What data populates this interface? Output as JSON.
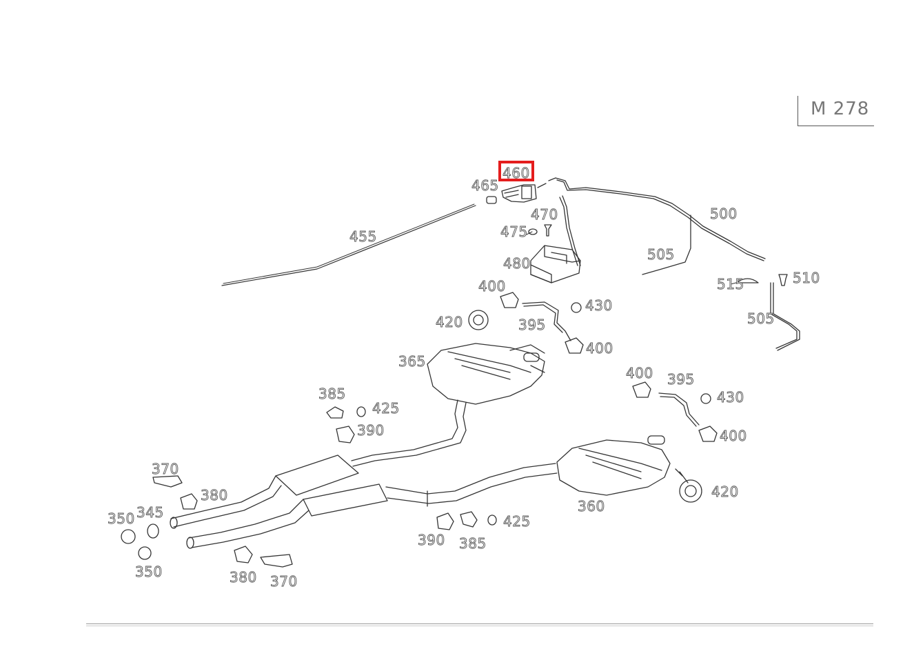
{
  "diagram": {
    "model_code": "M 278",
    "highlight_color": "#e41d1d",
    "highlighted_part": "460",
    "callouts": [
      {
        "id": "460",
        "text": "460"
      },
      {
        "id": "465",
        "text": "465"
      },
      {
        "id": "470",
        "text": "470"
      },
      {
        "id": "475",
        "text": "475"
      },
      {
        "id": "480",
        "text": "480"
      },
      {
        "id": "455",
        "text": "455"
      },
      {
        "id": "500",
        "text": "500"
      },
      {
        "id": "505a",
        "text": "505"
      },
      {
        "id": "505b",
        "text": "505"
      },
      {
        "id": "515",
        "text": "515"
      },
      {
        "id": "510",
        "text": "510"
      },
      {
        "id": "400a",
        "text": "400"
      },
      {
        "id": "430a",
        "text": "430"
      },
      {
        "id": "420a",
        "text": "420"
      },
      {
        "id": "395a",
        "text": "395"
      },
      {
        "id": "400b",
        "text": "400"
      },
      {
        "id": "365",
        "text": "365"
      },
      {
        "id": "400c",
        "text": "400"
      },
      {
        "id": "395b",
        "text": "395"
      },
      {
        "id": "430b",
        "text": "430"
      },
      {
        "id": "385a",
        "text": "385"
      },
      {
        "id": "425a",
        "text": "425"
      },
      {
        "id": "390a",
        "text": "390"
      },
      {
        "id": "400d",
        "text": "400"
      },
      {
        "id": "370a",
        "text": "370"
      },
      {
        "id": "380a",
        "text": "380"
      },
      {
        "id": "420b",
        "text": "420"
      },
      {
        "id": "360",
        "text": "360"
      },
      {
        "id": "350a",
        "text": "350"
      },
      {
        "id": "345",
        "text": "345"
      },
      {
        "id": "425b",
        "text": "425"
      },
      {
        "id": "390b",
        "text": "390"
      },
      {
        "id": "385b",
        "text": "385"
      },
      {
        "id": "350b",
        "text": "350"
      },
      {
        "id": "380b",
        "text": "380"
      },
      {
        "id": "370b",
        "text": "370"
      }
    ]
  }
}
